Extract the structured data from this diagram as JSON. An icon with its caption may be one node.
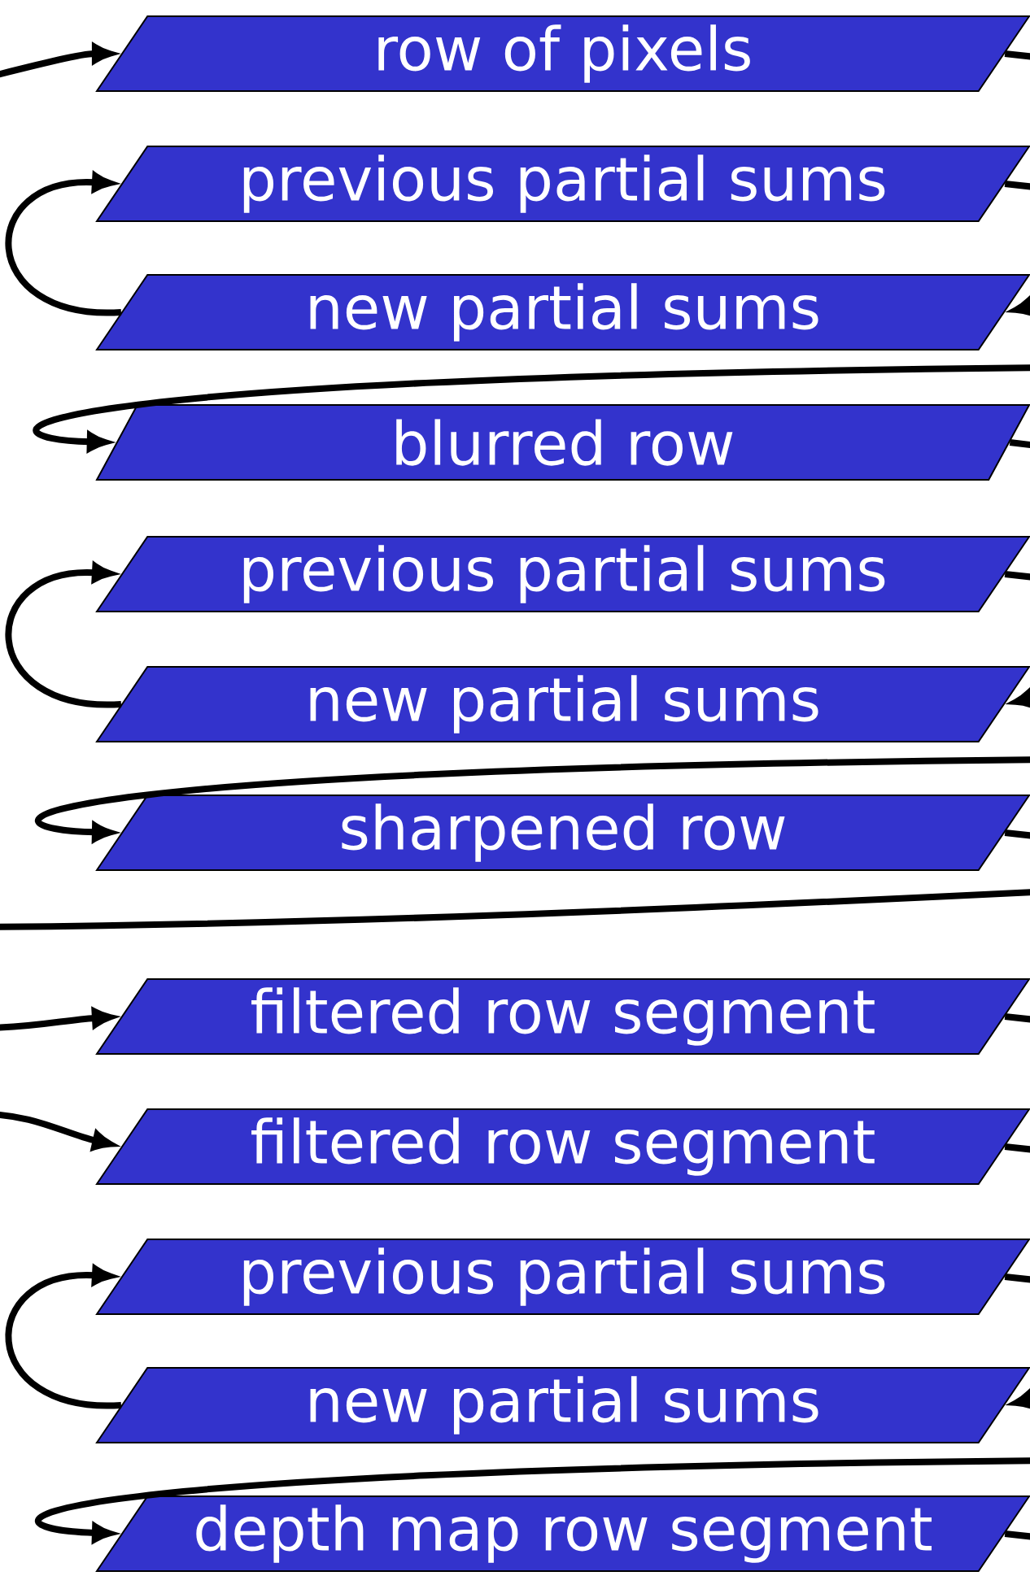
{
  "diagram": {
    "nodes": [
      {
        "text": [
          "row of pixels"
        ]
      },
      {
        "text": [
          "previous partial sums"
        ]
      },
      {
        "text": [
          "new partial sums"
        ]
      },
      {
        "text": [
          "blurred row"
        ]
      },
      {
        "text": [
          "previous partial sums"
        ]
      },
      {
        "text": [
          "new partial sums"
        ]
      },
      {
        "text": [
          "sharpened row"
        ]
      },
      {
        "text": [
          "filtered row segment"
        ]
      },
      {
        "text": [
          "filtered row segment"
        ]
      },
      {
        "text": [
          "previous partial sums"
        ]
      },
      {
        "text": [
          "new partial sums"
        ]
      },
      {
        "text": [
          "depth map row segment"
        ]
      }
    ],
    "edges": [
      {
        "from": null,
        "to": 0,
        "arrow": "to"
      },
      {
        "from": 0,
        "to": null,
        "arrow": "none"
      },
      {
        "from": 1,
        "to": null,
        "arrow": "none"
      },
      {
        "from": null,
        "to": 2,
        "arrow": "to"
      },
      {
        "from": 2,
        "to": 1,
        "arrow": "to"
      },
      {
        "from": null,
        "to": 3,
        "arrow": "to"
      },
      {
        "from": 3,
        "to": null,
        "arrow": "none"
      },
      {
        "from": 4,
        "to": null,
        "arrow": "none"
      },
      {
        "from": null,
        "to": 5,
        "arrow": "to"
      },
      {
        "from": 5,
        "to": 4,
        "arrow": "to"
      },
      {
        "from": null,
        "to": 6,
        "arrow": "to"
      },
      {
        "from": 6,
        "to": null,
        "arrow": "none"
      },
      {
        "from": null,
        "to": 7,
        "arrow": "to"
      },
      {
        "from": 7,
        "to": null,
        "arrow": "none"
      },
      {
        "from": null,
        "to": 8,
        "arrow": "to"
      },
      {
        "from": 8,
        "to": null,
        "arrow": "none"
      },
      {
        "from": 9,
        "to": null,
        "arrow": "none"
      },
      {
        "from": null,
        "to": 10,
        "arrow": "to"
      },
      {
        "from": 10,
        "to": 9,
        "arrow": "to"
      },
      {
        "from": null,
        "to": 11,
        "arrow": "to"
      },
      {
        "from": 11,
        "to": null,
        "arrow": "none"
      }
    ]
  }
}
